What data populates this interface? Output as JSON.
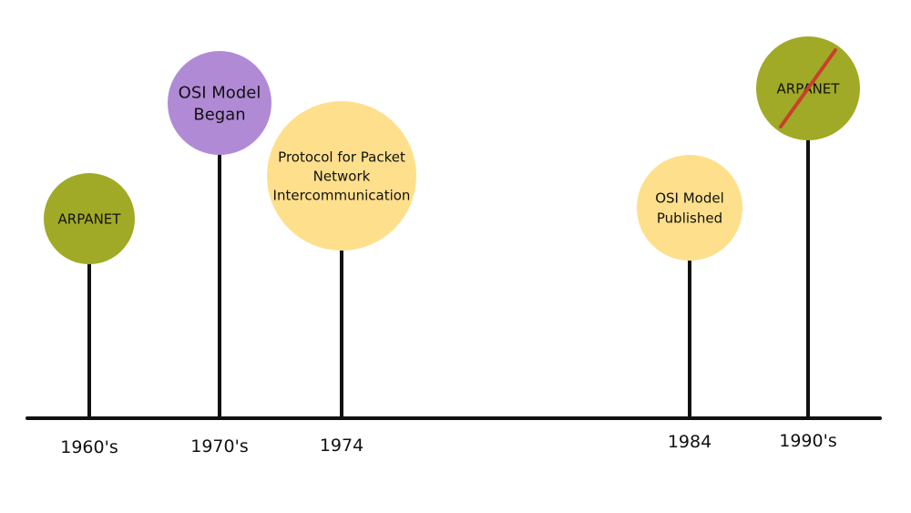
{
  "timeline": {
    "events": [
      {
        "year": "1960's",
        "label_lines": [
          "ARPANET"
        ],
        "color": "#a0aa26",
        "struck_out": false
      },
      {
        "year": "1970's",
        "label_lines": [
          "OSI Model",
          "Began"
        ],
        "color": "#b18ad6",
        "struck_out": false
      },
      {
        "year": "1974",
        "label_lines": [
          "Protocol for Packet",
          "Network",
          "Intercommunication"
        ],
        "color": "#fedf8c",
        "struck_out": false
      },
      {
        "year": "1984",
        "label_lines": [
          "OSI Model",
          "Published"
        ],
        "color": "#fedf8c",
        "struck_out": false
      },
      {
        "year": "1990's",
        "label_lines": [
          "ARPANET"
        ],
        "color": "#a0aa26",
        "struck_out": true,
        "strike_color": "#c8412c"
      }
    ],
    "axis_color": "#111111"
  }
}
